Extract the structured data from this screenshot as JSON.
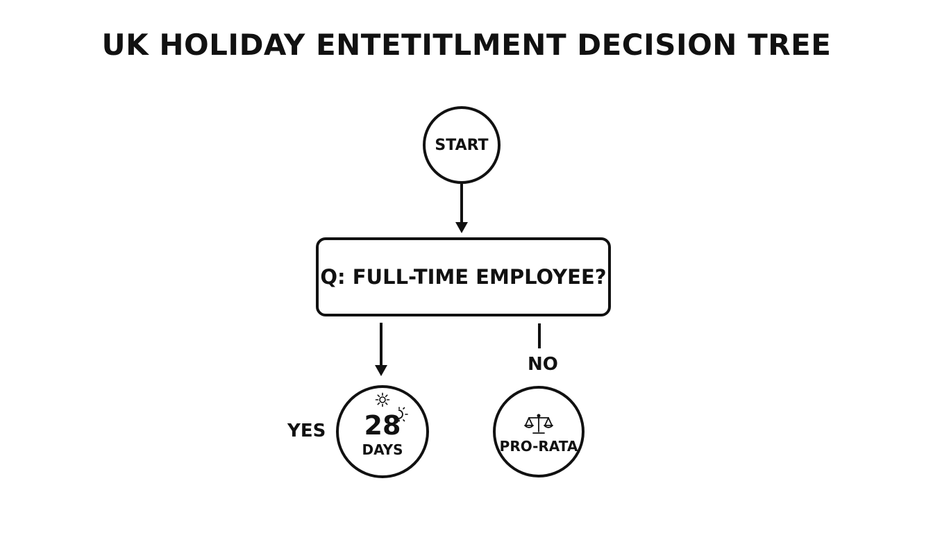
{
  "title": "UK HOLIDAY ENTETITLMENT DECISION TREE",
  "nodes": {
    "start": {
      "label": "START"
    },
    "question": {
      "label": "Q: FULL-TIME EMPLOYEE?"
    },
    "yes_outcome": {
      "number": "28",
      "unit": "DAYS",
      "icon": "sun-icon"
    },
    "no_outcome": {
      "label": "PRO-RATA",
      "icon": "scales-icon"
    }
  },
  "branches": {
    "yes": "YES",
    "no": "NO"
  },
  "colors": {
    "stroke": "#111111",
    "background": "#ffffff"
  }
}
